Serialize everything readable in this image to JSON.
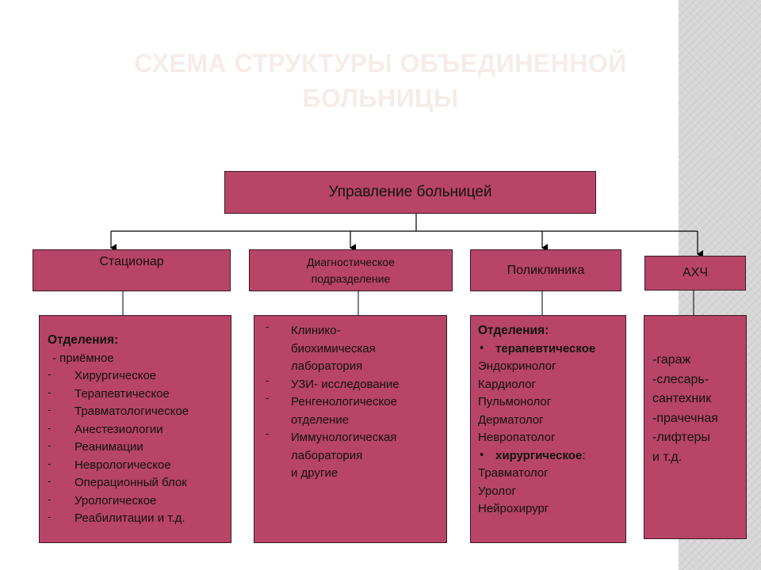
{
  "title": "СХЕМА СТРУКТУРЫ ОБЪЕДИНЕННОЙ БОЛЬНИЦЫ",
  "top_box": "Управление больницей",
  "departments": [
    {
      "header": "Стационар",
      "subtitle": "Отделения:",
      "first": "- приёмное",
      "items": [
        "Хирургическое",
        "Терапевтическое",
        "Травматологическое",
        "Анестезиологии",
        "Реанимации",
        "Неврологическое",
        "Операционный блок",
        "Урологическое",
        "Реабилитации и т.д."
      ]
    },
    {
      "header_line1": "Диагностическое",
      "header_line2": "подразделение",
      "items": [
        [
          "Клинико-",
          "биохимическая",
          "лаборатория"
        ],
        [
          "УЗИ- исследование"
        ],
        [
          "Ренгенологическое",
          "отделение"
        ],
        [
          "Иммунологическая",
          "лаборатория"
        ]
      ],
      "tail": "и другие"
    },
    {
      "header": "Поликлиника",
      "subtitle": "Отделения:",
      "group1": "терапевтическое",
      "group1_items": [
        "Эндокринолог",
        "Кардиолог",
        "Пульмонолог",
        "Дерматолог",
        "Невропатолог"
      ],
      "group2": "хирургическое",
      "group2_suffix": ":",
      "group2_items": [
        "Травматолог",
        "Уролог",
        "Нейрохирург"
      ]
    },
    {
      "header": "АХЧ",
      "items": [
        "-гараж",
        "-слесарь-",
        "сантехник",
        "-прачечная",
        "-лифтеры",
        "и т.д."
      ]
    }
  ],
  "colors": {
    "box_fill": "#b84468",
    "box_border": "#3a1a24",
    "title": "#f6ece8",
    "side_band": "#d6d6d6"
  }
}
